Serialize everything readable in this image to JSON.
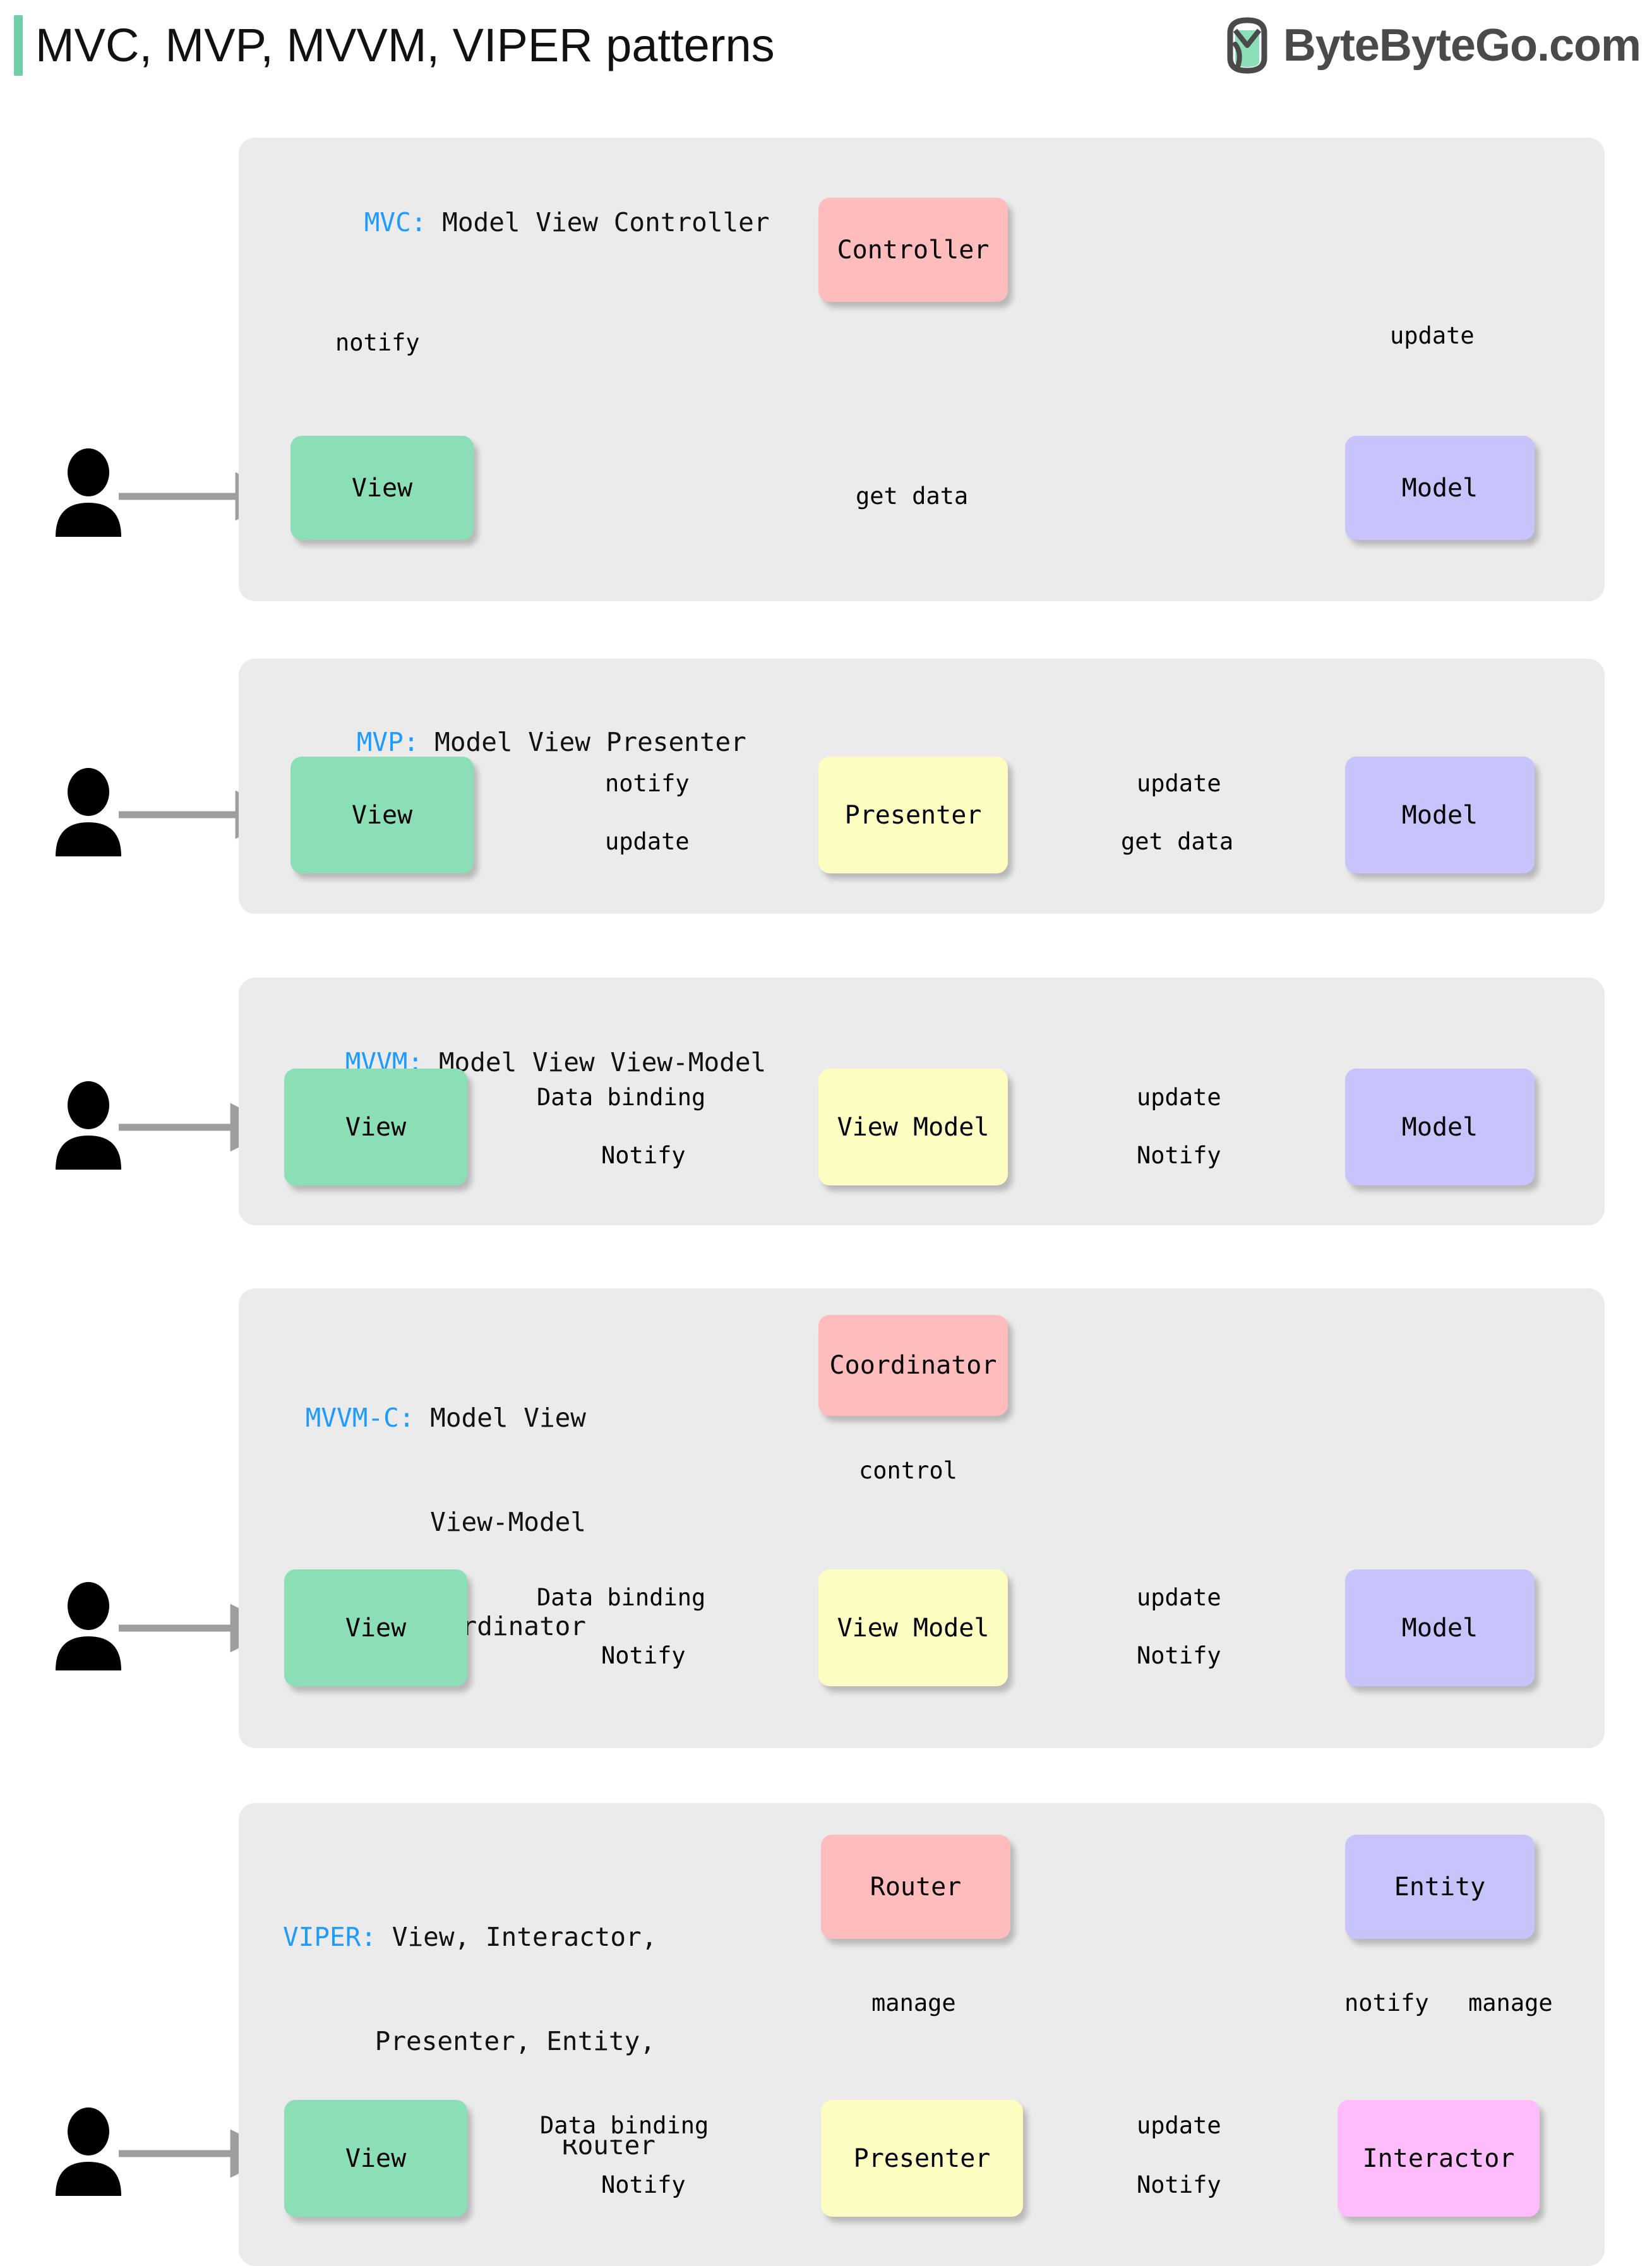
{
  "header": {
    "title": "MVC, MVP, MVVM, VIPER patterns",
    "brand": "ByteByteGo.com",
    "accent_color": "#6ecfa6",
    "brand_color": "#4a4a4a"
  },
  "palette": {
    "panel_bg": "#ebebeb",
    "view": "#8adfb7",
    "model": "#c7c3fb",
    "controller": "#ffbcbc",
    "presenter": "#fdfdc2",
    "interactor": "#ffbcfd",
    "arrow": "#9e9e9e",
    "key_blue": "#1e9bff"
  },
  "sections": [
    {
      "id": "mvc",
      "key": "MVC:",
      "title_lines": [
        "MVC: Model View Controller"
      ],
      "nodes": [
        {
          "name": "View",
          "kind": "view"
        },
        {
          "name": "Controller",
          "kind": "controller"
        },
        {
          "name": "Model",
          "kind": "model"
        }
      ],
      "edges": [
        {
          "label": "notify",
          "from": "View",
          "to": "Controller",
          "style": "solid"
        },
        {
          "label": "update",
          "from": "Controller",
          "to": "Model",
          "style": "solid"
        },
        {
          "label": "get data",
          "from": "Model",
          "to": "View",
          "style": "solid"
        }
      ],
      "actor": "user"
    },
    {
      "id": "mvp",
      "key": "MVP:",
      "title_lines": [
        "MVP: Model View Presenter"
      ],
      "nodes": [
        {
          "name": "View",
          "kind": "view"
        },
        {
          "name": "Presenter",
          "kind": "presenter"
        },
        {
          "name": "Model",
          "kind": "model"
        }
      ],
      "edges": [
        {
          "label": "notify",
          "from": "View",
          "to": "Presenter",
          "style": "solid"
        },
        {
          "label": "update",
          "from": "Presenter",
          "to": "Model",
          "style": "solid"
        },
        {
          "label": "get data",
          "from": "Model",
          "to": "Presenter",
          "style": "solid"
        },
        {
          "label": "update",
          "from": "Presenter",
          "to": "View",
          "style": "solid"
        }
      ],
      "actor": "user"
    },
    {
      "id": "mvvm",
      "key": "MVVM:",
      "title_lines": [
        "MVVM: Model View View-Model"
      ],
      "nodes": [
        {
          "name": "View",
          "kind": "view"
        },
        {
          "name": "View Model",
          "kind": "presenter"
        },
        {
          "name": "Model",
          "kind": "model"
        }
      ],
      "edges": [
        {
          "label": "Data binding",
          "from": "View",
          "to": "View Model",
          "style": "solid"
        },
        {
          "label": "update",
          "from": "View Model",
          "to": "Model",
          "style": "solid"
        },
        {
          "label": "Notify",
          "from": "Model",
          "to": "View Model",
          "style": "dashed"
        },
        {
          "label": "Notify",
          "from": "View Model",
          "to": "View",
          "style": "dashed"
        }
      ],
      "actor": "user"
    },
    {
      "id": "mvvmc",
      "key": "MVVM-C:",
      "title_lines": [
        "MVVM-C: Model View",
        "View-Model",
        "Coordinator"
      ],
      "nodes": [
        {
          "name": "Coordinator",
          "kind": "controller"
        },
        {
          "name": "View",
          "kind": "view"
        },
        {
          "name": "View Model",
          "kind": "presenter"
        },
        {
          "name": "Model",
          "kind": "model"
        }
      ],
      "edges": [
        {
          "label": "control",
          "from": "Coordinator",
          "to": "View Model",
          "style": "solid"
        },
        {
          "label": "Data binding",
          "from": "View",
          "to": "View Model",
          "style": "solid"
        },
        {
          "label": "update",
          "from": "View Model",
          "to": "Model",
          "style": "solid"
        },
        {
          "label": "Notify",
          "from": "Model",
          "to": "View Model",
          "style": "dashed"
        },
        {
          "label": "Notify",
          "from": "View Model",
          "to": "View",
          "style": "dashed"
        }
      ],
      "grouped": true,
      "actor": "user"
    },
    {
      "id": "viper",
      "key": "VIPER:",
      "title_lines": [
        "VIPER: View, Interactor,",
        "Presenter, Entity,",
        "Router"
      ],
      "nodes": [
        {
          "name": "Router",
          "kind": "controller"
        },
        {
          "name": "Entity",
          "kind": "model"
        },
        {
          "name": "View",
          "kind": "view"
        },
        {
          "name": "Presenter",
          "kind": "presenter"
        },
        {
          "name": "Interactor",
          "kind": "interactor"
        }
      ],
      "edges": [
        {
          "label": "manage",
          "from": "Router",
          "to": "Presenter",
          "style": "solid"
        },
        {
          "label": "notify",
          "from": "Entity",
          "to": "Interactor",
          "style": "solid"
        },
        {
          "label": "manage",
          "from": "Interactor",
          "to": "Entity",
          "style": "solid"
        },
        {
          "label": "Data binding",
          "from": "View",
          "to": "Presenter",
          "style": "solid"
        },
        {
          "label": "update",
          "from": "Presenter",
          "to": "Interactor",
          "style": "solid"
        },
        {
          "label": "Notify",
          "from": "Interactor",
          "to": "Presenter",
          "style": "dashed"
        },
        {
          "label": "Notify",
          "from": "Presenter",
          "to": "View",
          "style": "dashed"
        }
      ],
      "actor": "user"
    }
  ]
}
